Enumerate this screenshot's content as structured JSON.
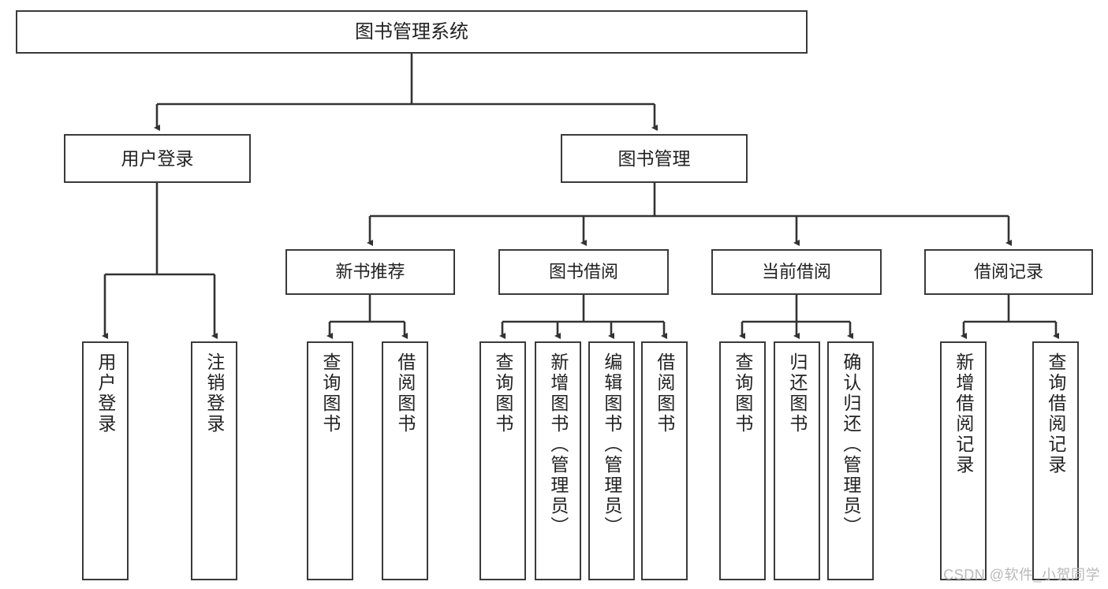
{
  "diagram": {
    "title": "图书管理系统",
    "type": "tree-hierarchy",
    "watermark": "CSDN @软件_小贺同学",
    "colors": {
      "box_border": "#3a3a3a",
      "box_fill": "#ffffff",
      "connector": "#333333",
      "text": "#222222",
      "watermark": "#b9b9b9"
    }
  },
  "nodes": {
    "root": {
      "label": "图书管理系统"
    },
    "level2": [
      {
        "id": "user-login",
        "label": "用户登录"
      },
      {
        "id": "book-manage",
        "label": "图书管理"
      }
    ],
    "level3": [
      {
        "id": "new-book-recommend",
        "label": "新书推荐"
      },
      {
        "id": "book-borrow",
        "label": "图书借阅"
      },
      {
        "id": "current-borrow",
        "label": "当前借阅"
      },
      {
        "id": "borrow-record",
        "label": "借阅记录"
      }
    ],
    "leaves": [
      {
        "id": "leaf-user-login",
        "label": "用户登录",
        "parent": "user-login"
      },
      {
        "id": "leaf-logout",
        "label": "注销登录",
        "parent": "user-login"
      },
      {
        "id": "leaf-query-book-1",
        "label": "查询图书",
        "parent": "new-book-recommend"
      },
      {
        "id": "leaf-borrow-book-1",
        "label": "借阅图书",
        "parent": "new-book-recommend"
      },
      {
        "id": "leaf-query-book-2",
        "label": "查询图书",
        "parent": "book-borrow"
      },
      {
        "id": "leaf-add-book",
        "label": "新增图书（管理员）",
        "parent": "book-borrow"
      },
      {
        "id": "leaf-edit-book",
        "label": "编辑图书（管理员）",
        "parent": "book-borrow"
      },
      {
        "id": "leaf-borrow-book-2",
        "label": "借阅图书",
        "parent": "book-borrow"
      },
      {
        "id": "leaf-query-book-3",
        "label": "查询图书",
        "parent": "current-borrow"
      },
      {
        "id": "leaf-return-book",
        "label": "归还图书",
        "parent": "current-borrow"
      },
      {
        "id": "leaf-confirm-return",
        "label": "确认归还（管理员）",
        "parent": "current-borrow"
      },
      {
        "id": "leaf-add-record",
        "label": "新增借阅记录",
        "parent": "borrow-record"
      },
      {
        "id": "leaf-query-record",
        "label": "查询借阅记录",
        "parent": "borrow-record"
      }
    ]
  }
}
